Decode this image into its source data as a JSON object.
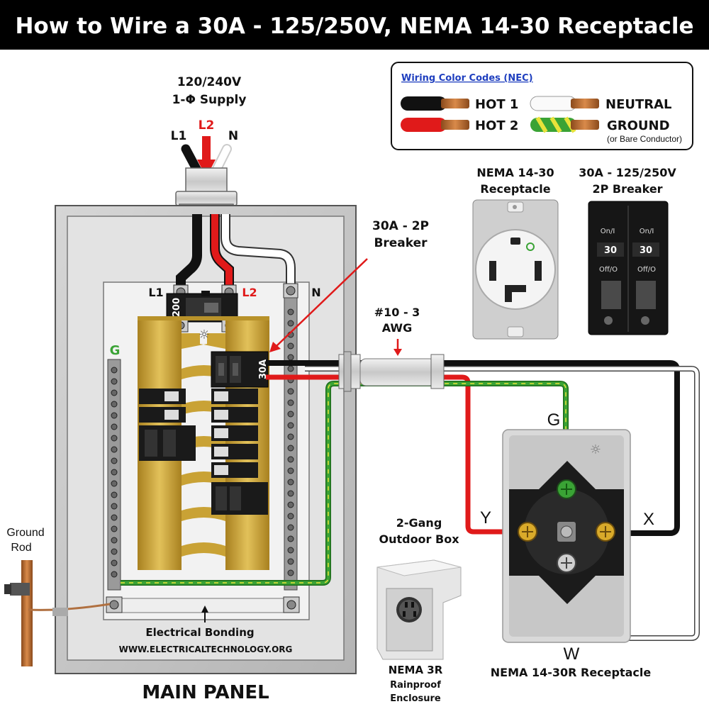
{
  "title": "How to Wire a 30A - 125/250V, NEMA 14-30 Receptacle",
  "supply": {
    "line1": "120/240V",
    "line2": "1-Φ Supply",
    "l1": "L1",
    "l2": "L2",
    "n": "N"
  },
  "legend": {
    "heading": "Wiring Color Codes (NEC)",
    "hot1": "HOT 1",
    "hot2": "HOT 2",
    "neutral": "NEUTRAL",
    "ground": "GROUND",
    "ground_note": "(or Bare Conductor)"
  },
  "products": {
    "receptacle_l1": "NEMA 14-30",
    "receptacle_l2": "Receptacle",
    "breaker_l1": "30A - 125/250V",
    "breaker_l2": "2P Breaker",
    "breaker_on": "On/I",
    "breaker_off": "Off/O",
    "breaker_rating": "30"
  },
  "panel": {
    "breaker_callout_l1": "30A - 2P",
    "breaker_callout_l2": "Breaker",
    "main_breaker": "200",
    "branch_breaker": "30A",
    "l1": "L1",
    "l2": "L2",
    "n": "N",
    "g": "G",
    "bonding": "Electrical Bonding",
    "website": "WWW.ELECTRICALTECHNOLOGY.ORG",
    "label": "MAIN PANEL"
  },
  "cable": {
    "line1": "#10 - 3",
    "line2": "AWG"
  },
  "ground_rod": {
    "line1": "Ground",
    "line2": "Rod"
  },
  "outdoor_box": {
    "line1": "2-Gang",
    "line2": "Outdoor Box",
    "cap1": "NEMA 3R",
    "cap2": "Rainproof",
    "cap3": "Enclosure"
  },
  "receptacle": {
    "g": "G",
    "y": "Y",
    "x": "X",
    "w": "W",
    "caption": "NEMA 14-30R Receptacle"
  },
  "colors": {
    "hot1": "#111111",
    "hot2": "#e01a1a",
    "neutral": "#ffffff",
    "ground": "#3aa335",
    "busbar": "#c9a235",
    "title_bg": "#000000",
    "legend_heading": "#1f3fbf"
  }
}
